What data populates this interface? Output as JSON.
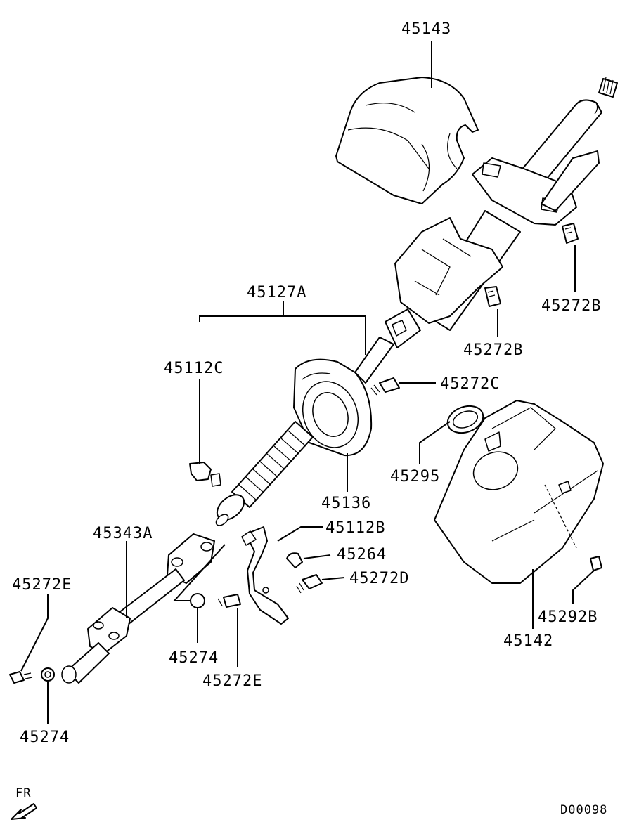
{
  "diagram": {
    "title": "Steering column parts diagram",
    "part_labels": {
      "p45143": "45143",
      "p45272B_a": "45272B",
      "p45272B_b": "45272B",
      "p45127A": "45127A",
      "p45112C": "45112C",
      "p45272C": "45272C",
      "p45295": "45295",
      "p45136": "45136",
      "p45112B": "45112B",
      "p45264": "45264",
      "p45343A": "45343A",
      "p45272D": "45272D",
      "p45272E_a": "45272E",
      "p45274_a": "45274",
      "p45272E_b": "45272E",
      "p45274_b": "45274",
      "p45292B": "45292B",
      "p45142": "45142"
    },
    "direction_label": "FR",
    "diagram_code": "D00098"
  }
}
